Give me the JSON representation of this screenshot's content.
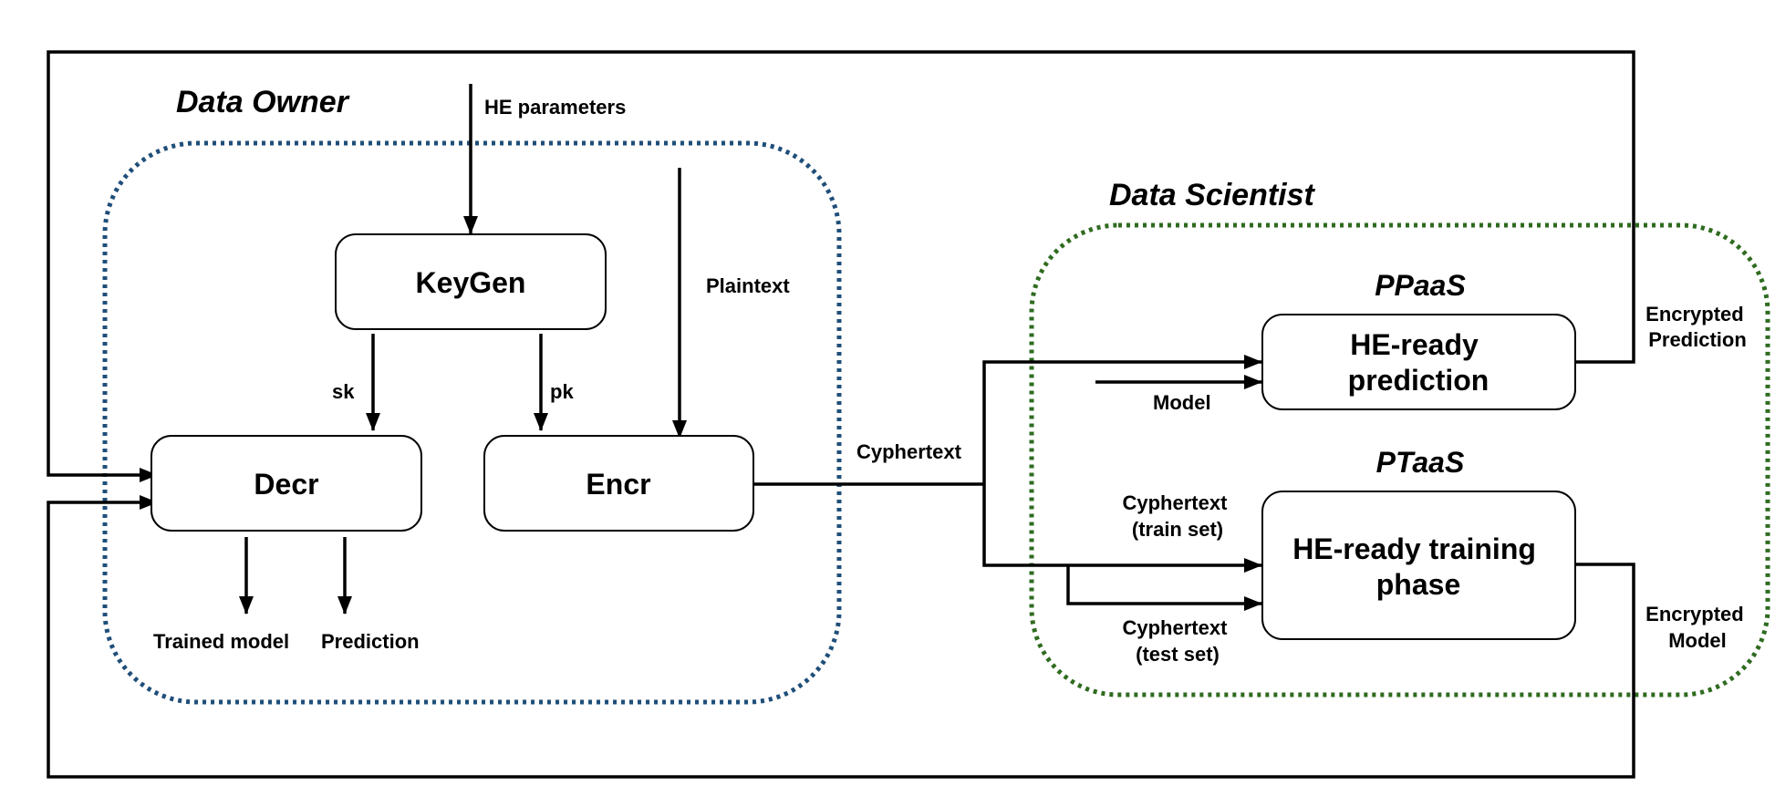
{
  "groups": {
    "owner": {
      "title": "Data Owner",
      "border_color": "#1f4e79"
    },
    "scientist": {
      "title": "Data Scientist",
      "border_color": "#2e6b1f"
    }
  },
  "services": {
    "ppaas": "PPaaS",
    "ptaas": "PTaaS"
  },
  "nodes": {
    "keygen": "KeyGen",
    "decr": "Decr",
    "encr": "Encr",
    "prediction": [
      "HE-ready",
      "prediction"
    ],
    "training": [
      "HE-ready training",
      "phase"
    ]
  },
  "edge_labels": {
    "he_parameters": "HE parameters",
    "plaintext": "Plaintext",
    "sk": "sk",
    "pk": "pk",
    "cyphertext": "Cyphertext",
    "model": "Model",
    "cyphertext_train": [
      "Cyphertext",
      "(train set)"
    ],
    "cyphertext_test": [
      "Cyphertext",
      "(test set)"
    ],
    "encrypted_prediction": [
      "Encrypted",
      "Prediction"
    ],
    "encrypted_model": [
      "Encrypted",
      "Model"
    ],
    "trained_model": "Trained model",
    "prediction_out": "Prediction"
  }
}
